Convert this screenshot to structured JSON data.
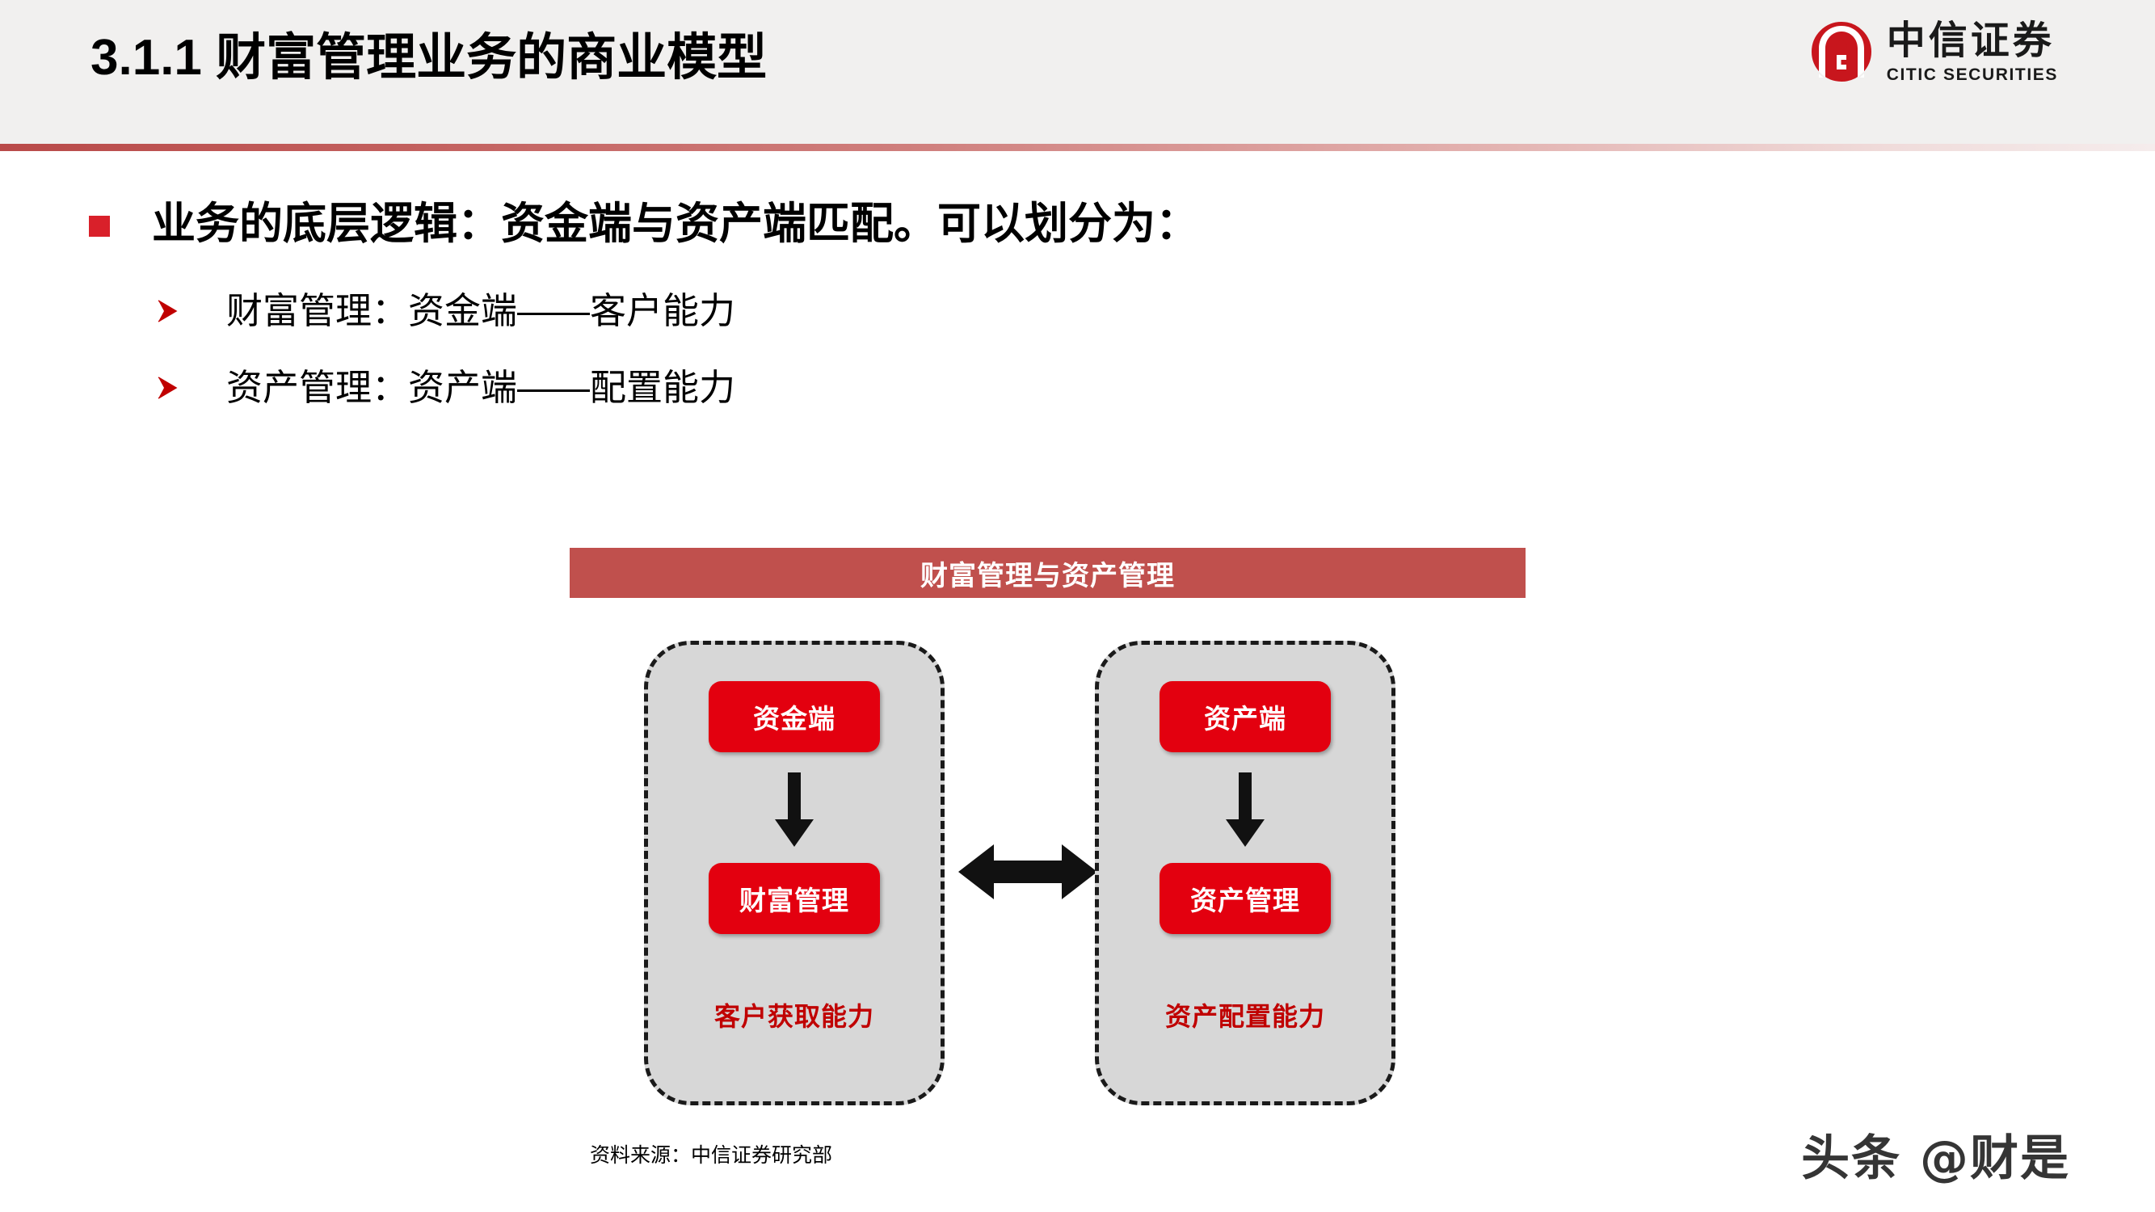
{
  "header": {
    "title": "3.1.1 财富管理业务的商业模型",
    "logo": {
      "mark": "citic-emblem-icon",
      "chinese": "中信证券",
      "english": "CITIC SECURITIES"
    },
    "divider_color": "#b94a49"
  },
  "content": {
    "bullet_marker": "square-bullet-icon",
    "level1": "业务的底层逻辑：资金端与资产端匹配。可以划分为：",
    "sub_marker": "arrow-bullet-icon",
    "level2": [
      "财富管理：资金端——客户能力",
      "资产管理：资产端——配置能力"
    ]
  },
  "diagram": {
    "title": "财富管理与资产管理",
    "title_bar_color": "#c0504d",
    "node_color": "#e3000f",
    "panel_fill": "#d7d7d7",
    "caption_color": "#c00000",
    "connector": "double-headed-arrow-icon",
    "panels": [
      {
        "id": "wealth-management",
        "top_node": "资金端",
        "flow_arrow": "down-arrow-icon",
        "bottom_node": "财富管理",
        "caption": "客户获取能力"
      },
      {
        "id": "asset-management",
        "top_node": "资产端",
        "flow_arrow": "down-arrow-icon",
        "bottom_node": "资产管理",
        "caption": "资产配置能力"
      }
    ]
  },
  "footer": {
    "source": "资料来源：中信证券研究部",
    "watermark": "头条 @财是"
  }
}
